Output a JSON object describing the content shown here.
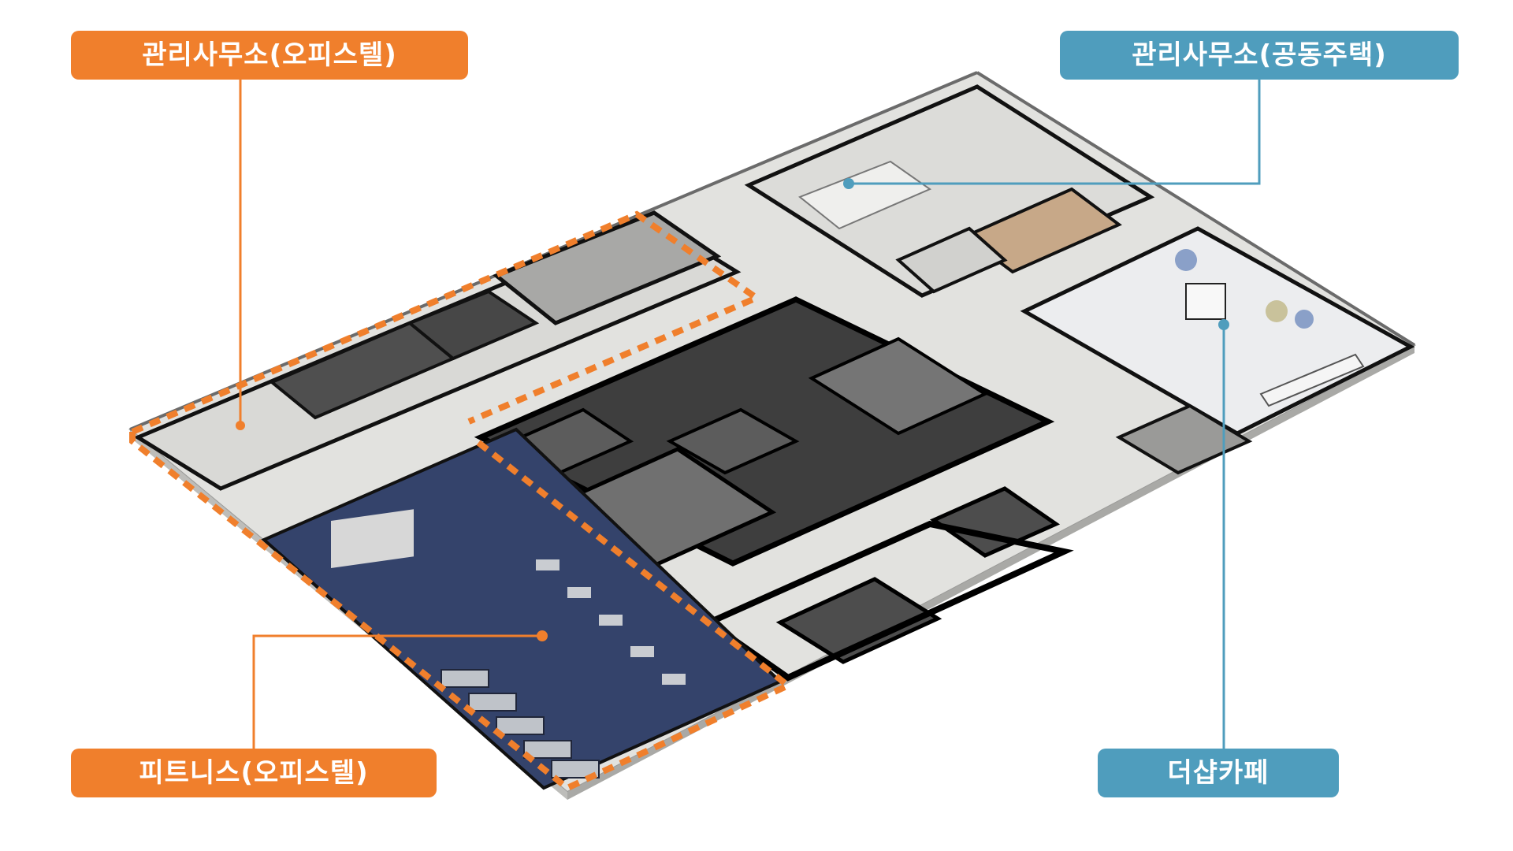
{
  "labels": {
    "mgmt_office": "관리사무소(오피스텔)",
    "mgmt_apartment": "관리사무소(공동주택)",
    "fitness": "피트니스(오피스텔)",
    "cafe": "더샵카페"
  },
  "colors": {
    "orange": "#f07f2c",
    "blue": "#4f9dbd",
    "floor_light": "#e4e4e2",
    "wall": "#f4f4f2",
    "dark_room": "#4a4a4a",
    "fitness_floor": "#34436b",
    "wood": "#c7a888"
  }
}
